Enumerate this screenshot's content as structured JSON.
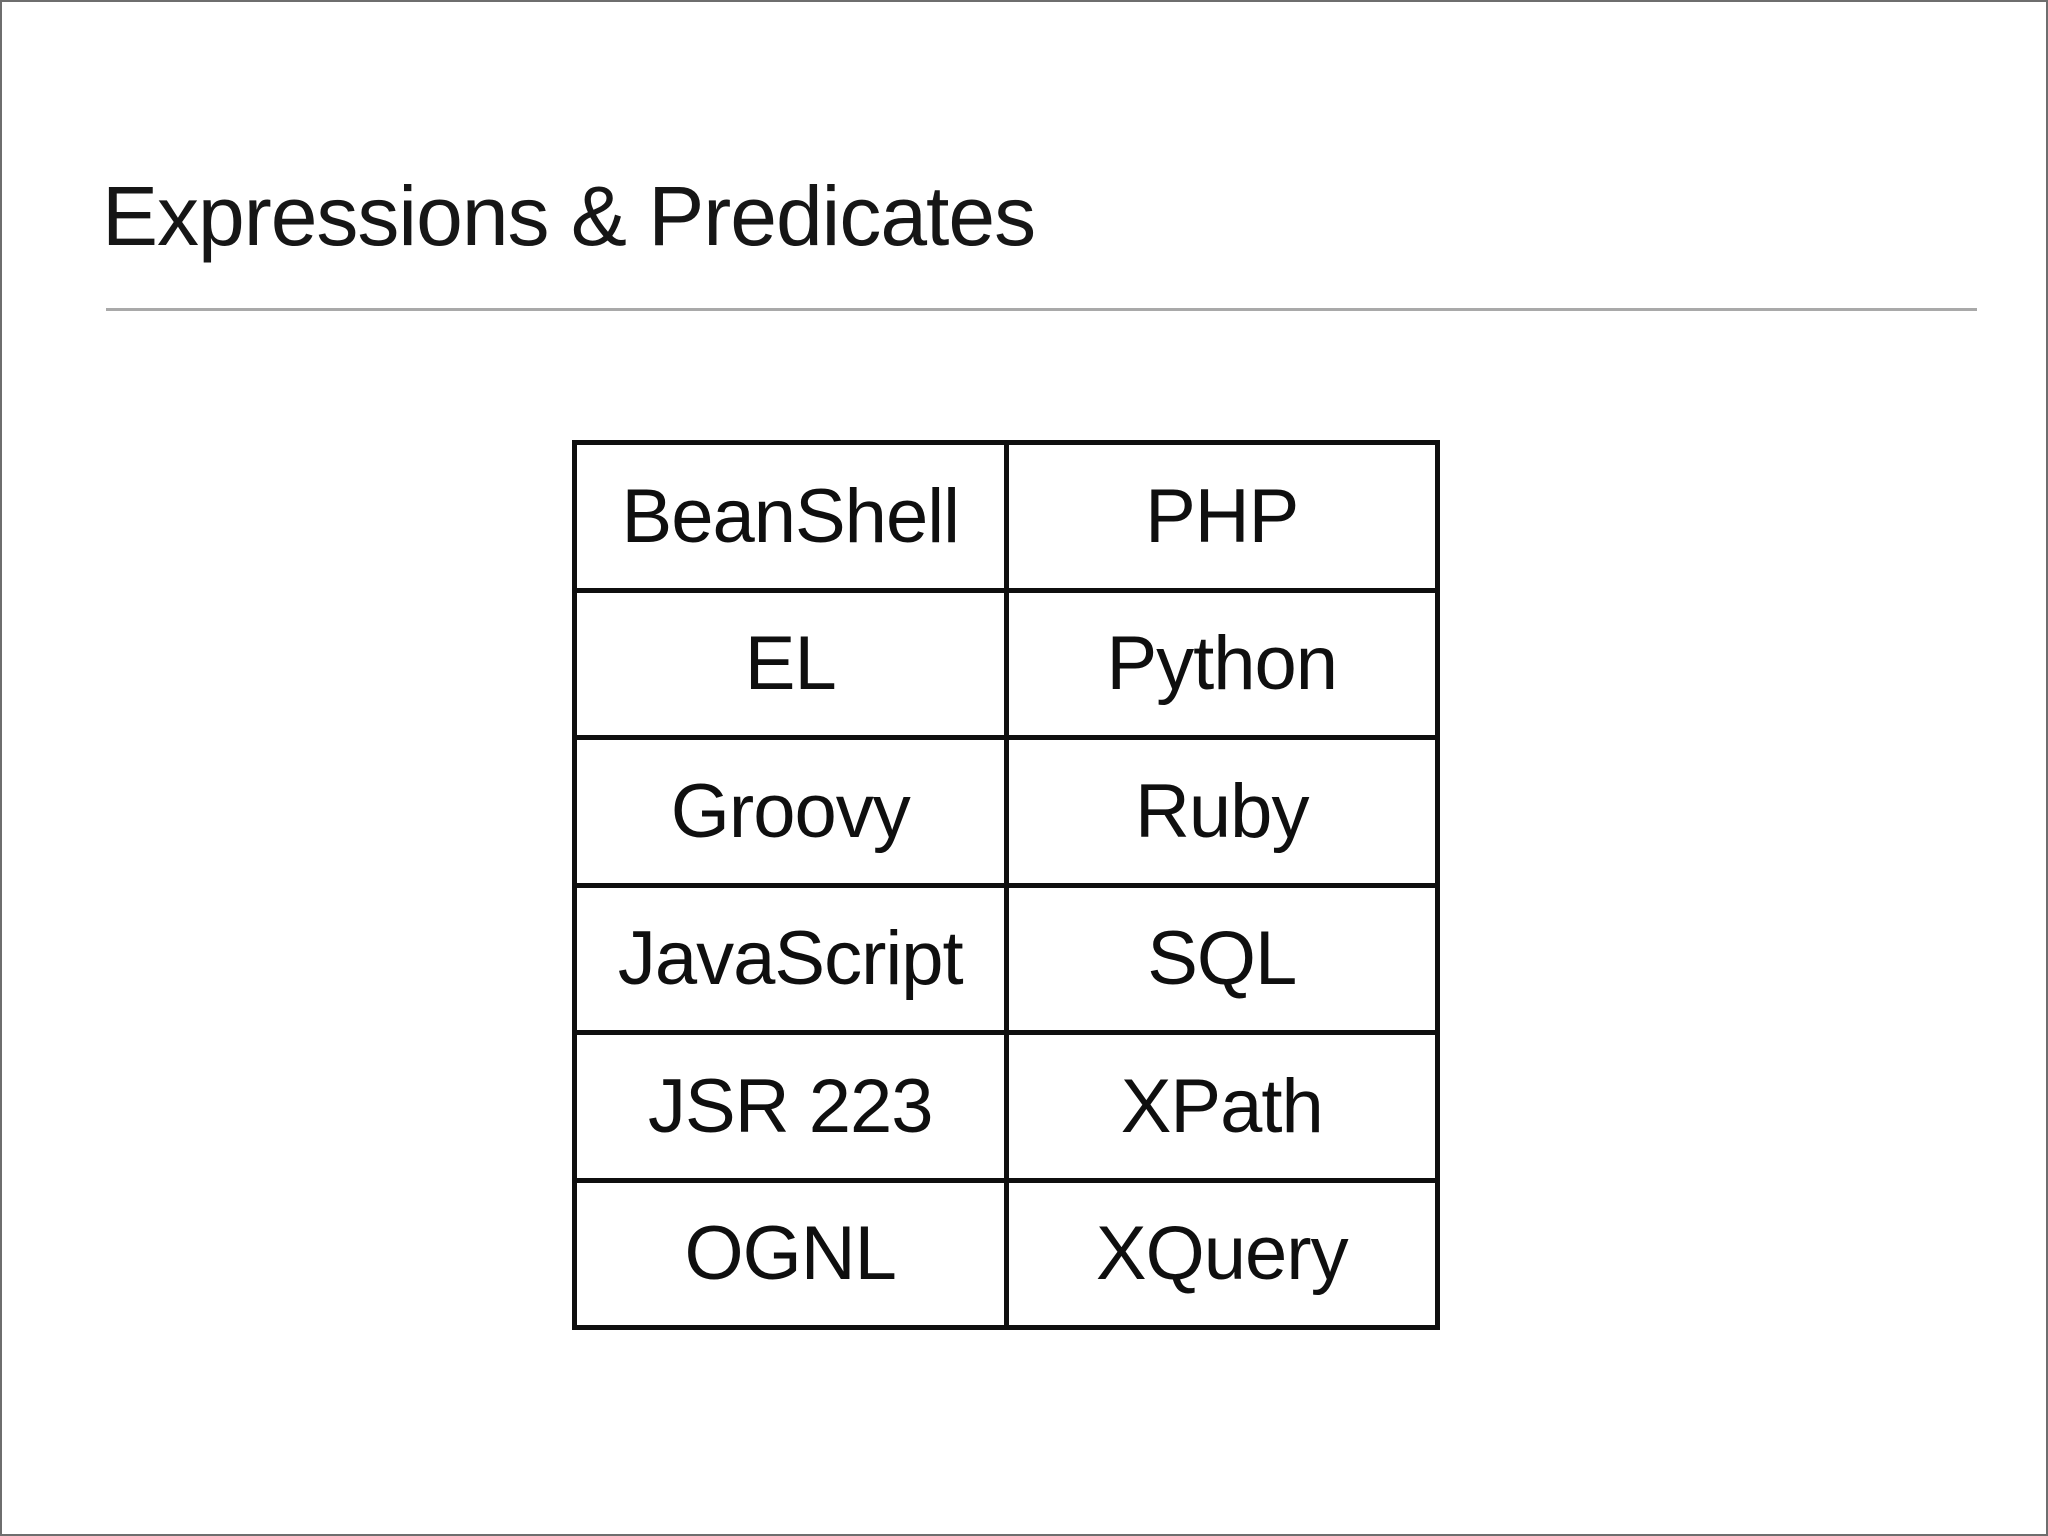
{
  "slide": {
    "title": "Expressions & Predicates"
  },
  "table": {
    "columns": 2,
    "rows": [
      {
        "cells": [
          "BeanShell",
          "PHP"
        ]
      },
      {
        "cells": [
          "EL",
          "Python"
        ]
      },
      {
        "cells": [
          "Groovy",
          "Ruby"
        ]
      },
      {
        "cells": [
          "JavaScript",
          "SQL"
        ]
      },
      {
        "cells": [
          "JSR 223",
          "XPath"
        ]
      },
      {
        "cells": [
          "OGNL",
          "XQuery"
        ]
      }
    ]
  },
  "colors": {
    "background": "#ffffff",
    "text": "#0f0f0f",
    "title_text": "#161616",
    "table_border": "#0f0f0f",
    "title_divider": "#a9a9a9",
    "page_border": "#6e6e6e"
  }
}
